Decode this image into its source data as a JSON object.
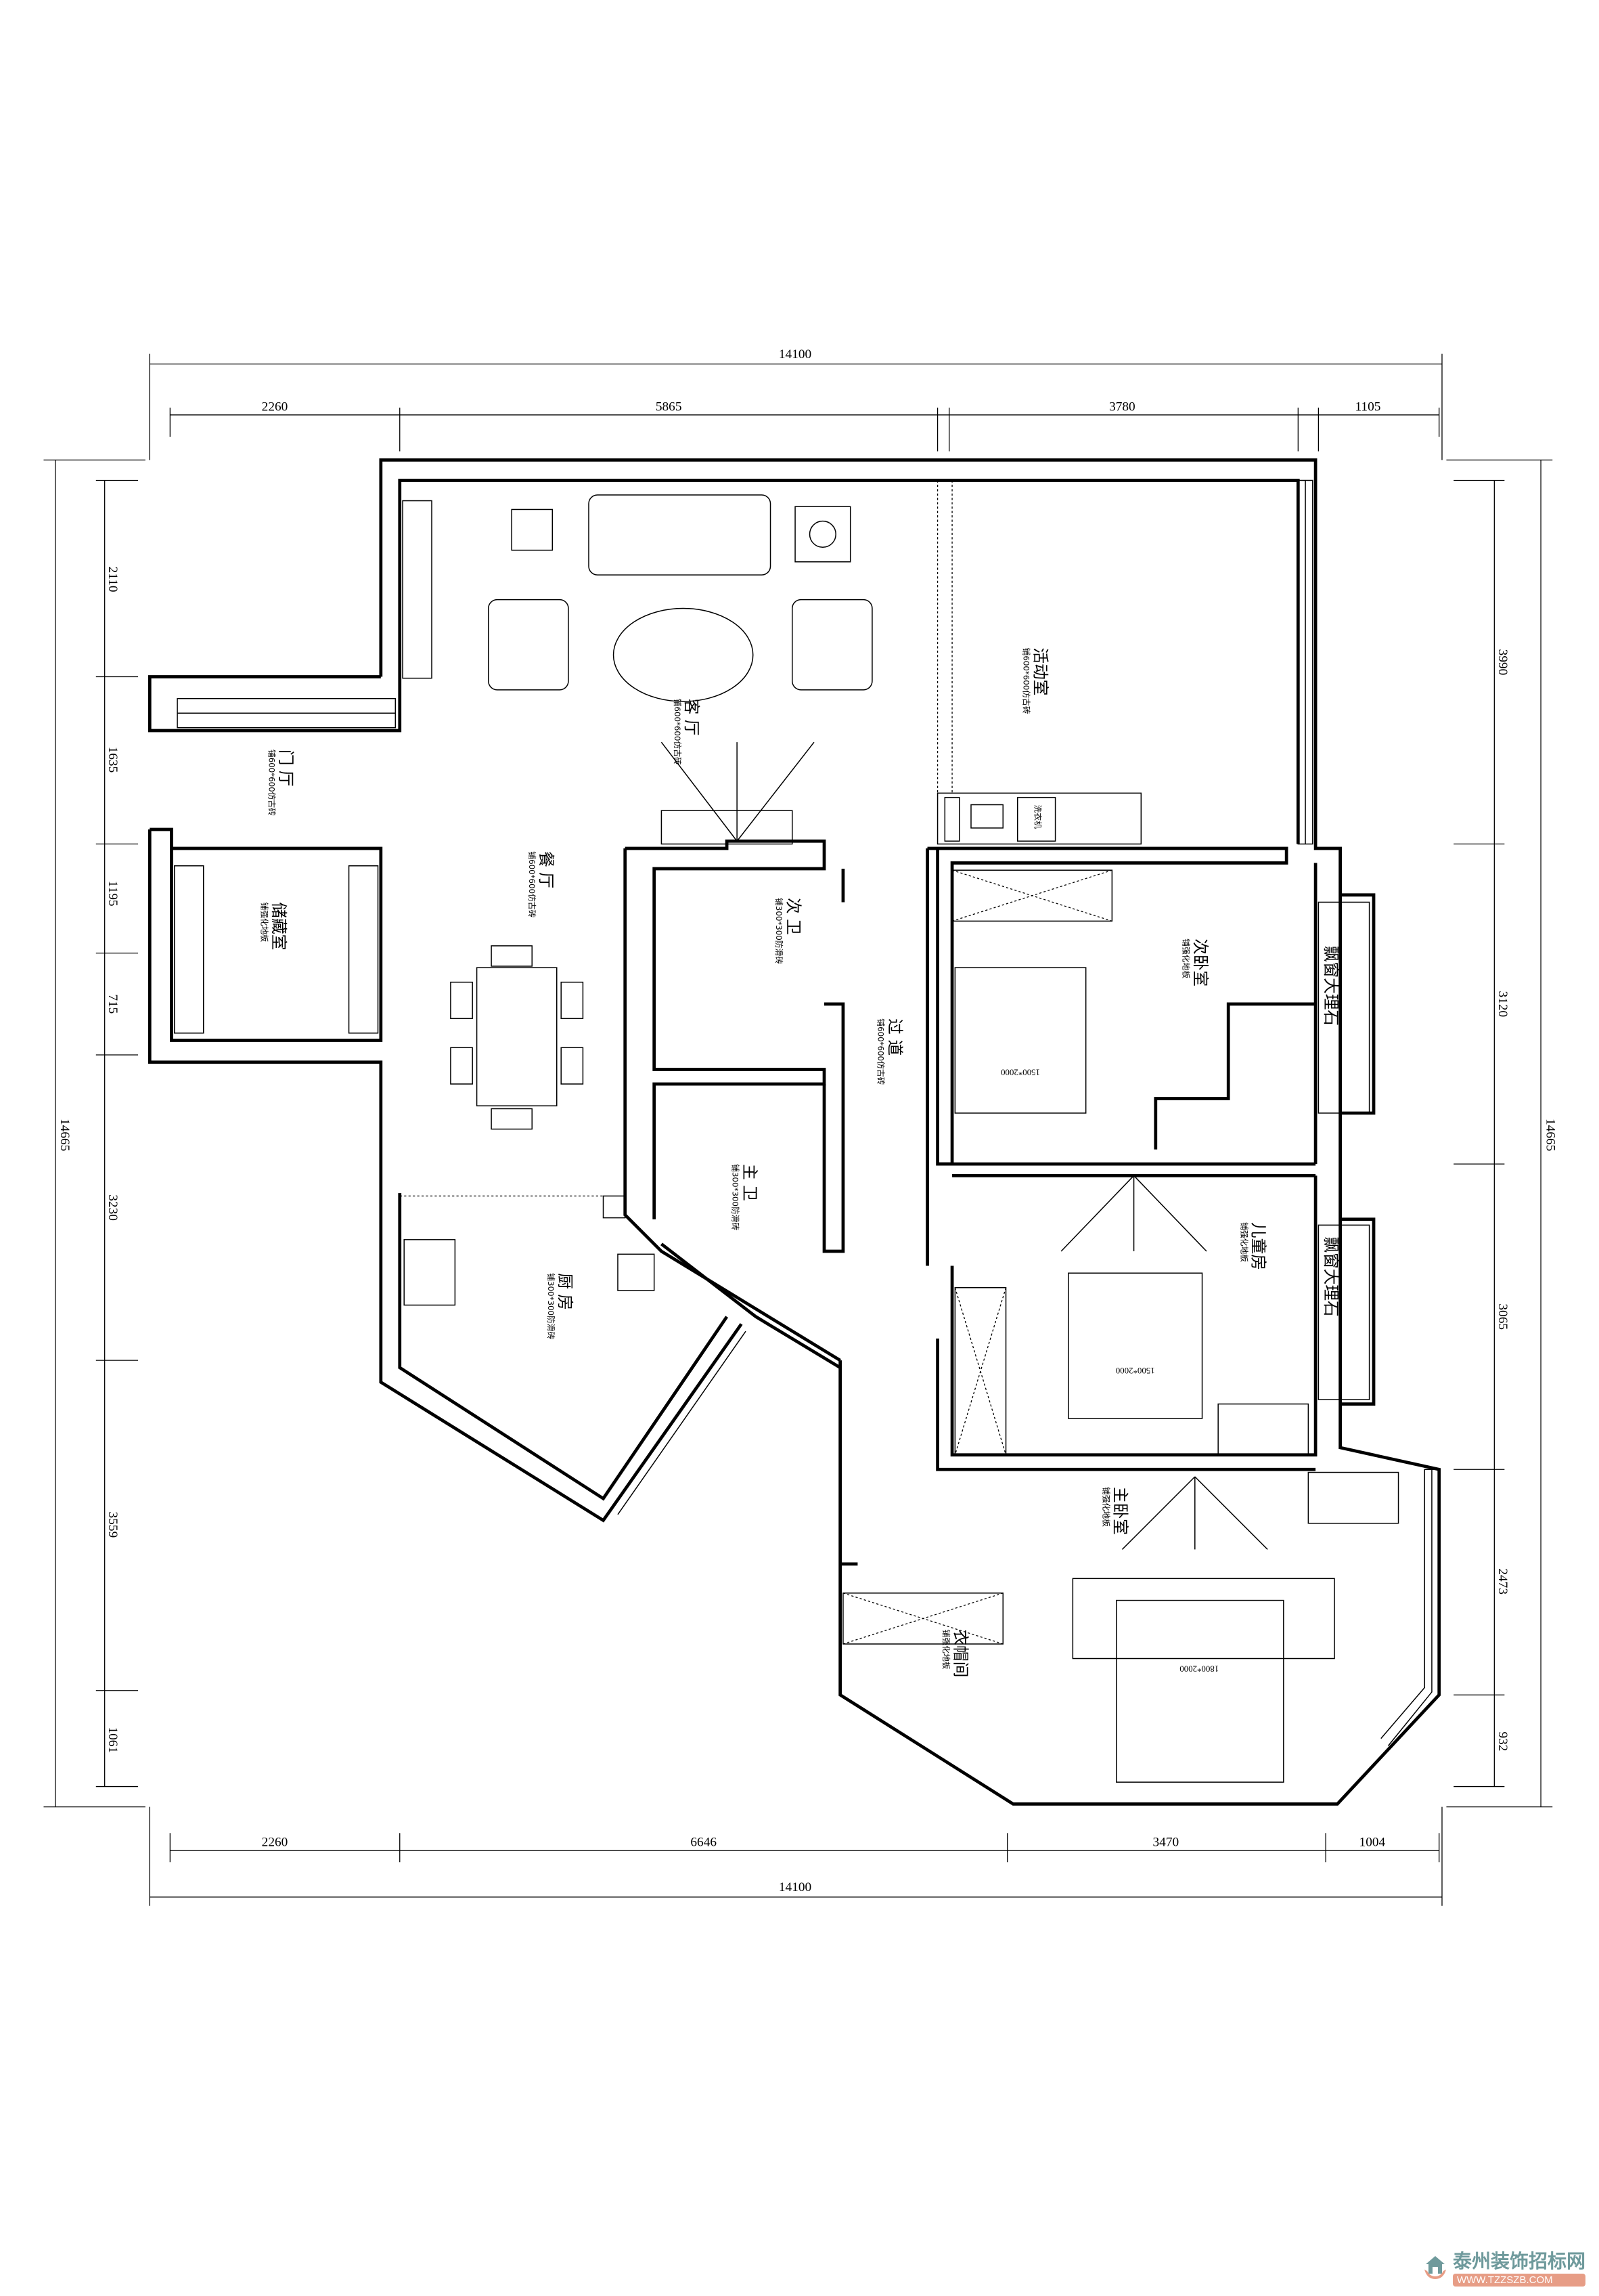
{
  "dimensions": {
    "top_overall": "14100",
    "top": [
      "2260",
      "5865",
      "3780",
      "1105"
    ],
    "bottom": [
      "2260",
      "6646",
      "3470",
      "1004"
    ],
    "bottom_overall": "14100",
    "left": [
      "2110",
      "1635",
      "1195",
      "715",
      "3230",
      "3559",
      "1061"
    ],
    "left_overall": "14665",
    "right": [
      "3990",
      "3120",
      "3065",
      "2473",
      "932"
    ],
    "right_overall": "14665"
  },
  "rooms": {
    "living": {
      "name": "客  厅",
      "floor": "铺600*600仿古砖"
    },
    "activity": {
      "name": "活动室",
      "floor": "铺600*600仿古砖"
    },
    "foyer": {
      "name": "门  厅",
      "floor": "铺600*600仿古砖"
    },
    "dining": {
      "name": "餐  厅",
      "floor": "铺600*600仿古砖"
    },
    "storage": {
      "name": "储藏室",
      "floor": "铺强化地板"
    },
    "second_bath": {
      "name": "次  卫",
      "floor": "铺300*300防滑砖"
    },
    "corridor": {
      "name": "过  道",
      "floor": "铺600*600仿古砖"
    },
    "master_bath": {
      "name": "主  卫",
      "floor": "铺300*300防滑砖"
    },
    "kitchen": {
      "name": "厨  房",
      "floor": "铺300*300防滑砖"
    },
    "second_bedroom": {
      "name": "次卧室",
      "floor": "铺强化地板"
    },
    "kids_room": {
      "name": "儿童房",
      "floor": "铺强化地板"
    },
    "master_bedroom": {
      "name": "主卧室",
      "floor": "铺强化地板"
    },
    "cloakroom": {
      "name": "衣帽间",
      "floor": "铺强化地板"
    }
  },
  "fixtures": {
    "washing_machine": "洗衣机",
    "bay_window_1": "飘窗大理石",
    "bay_window_2": "飘窗大理石",
    "bed_second": "1500*2000",
    "bed_kids": "1500*2000",
    "bed_master": "1800*2000"
  },
  "watermark": {
    "title": "泰州装饰招标网",
    "url": "WWW.TZZSZB.COM"
  }
}
